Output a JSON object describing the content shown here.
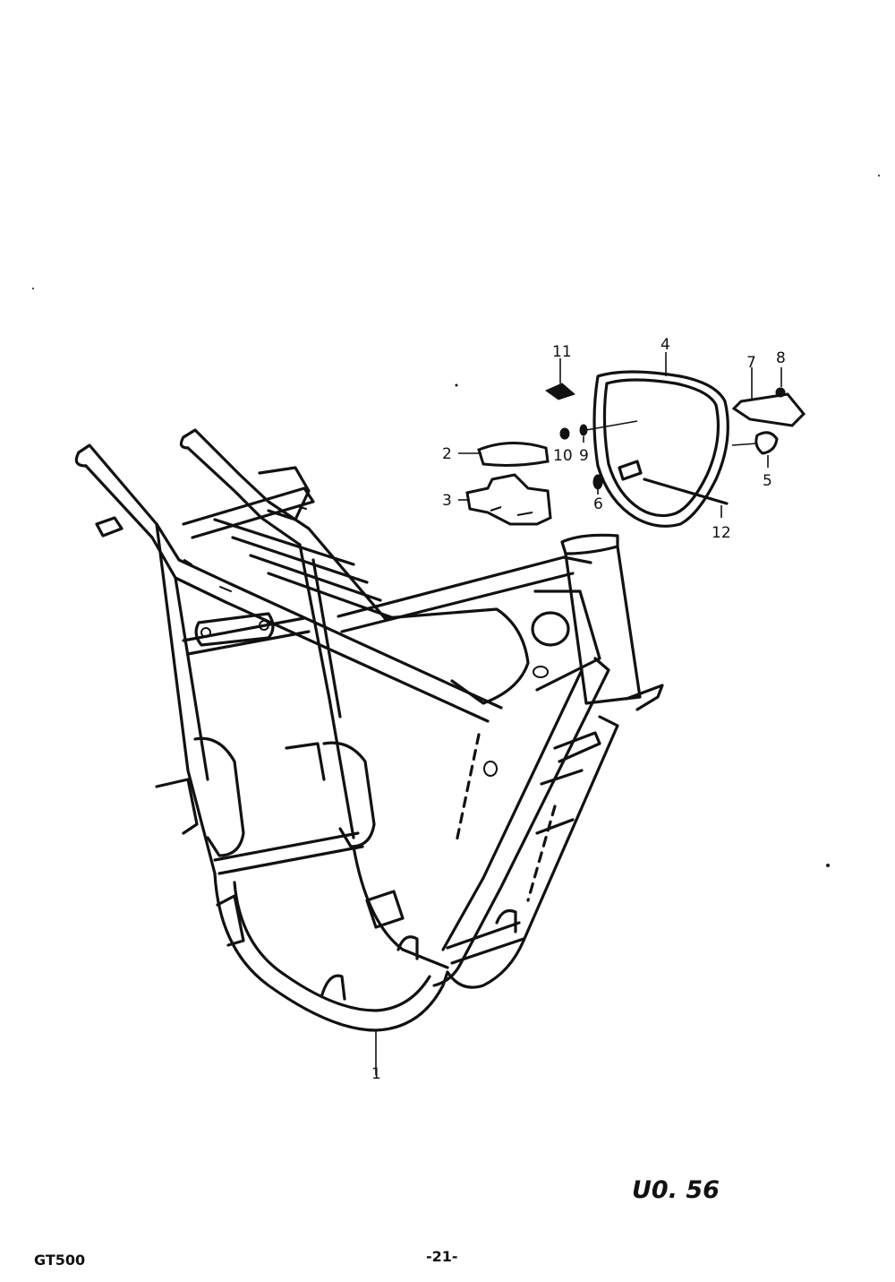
{
  "callouts": {
    "c1": "1",
    "c2": "2",
    "c3": "3",
    "c4": "4",
    "c5": "5",
    "c6": "6",
    "c7": "7",
    "c8": "8",
    "c9": "9",
    "c10": "10",
    "c11": "11",
    "c12": "12"
  },
  "figure_code": "U0. 56",
  "footer": {
    "model": "GT500",
    "page_number": "-21-"
  }
}
